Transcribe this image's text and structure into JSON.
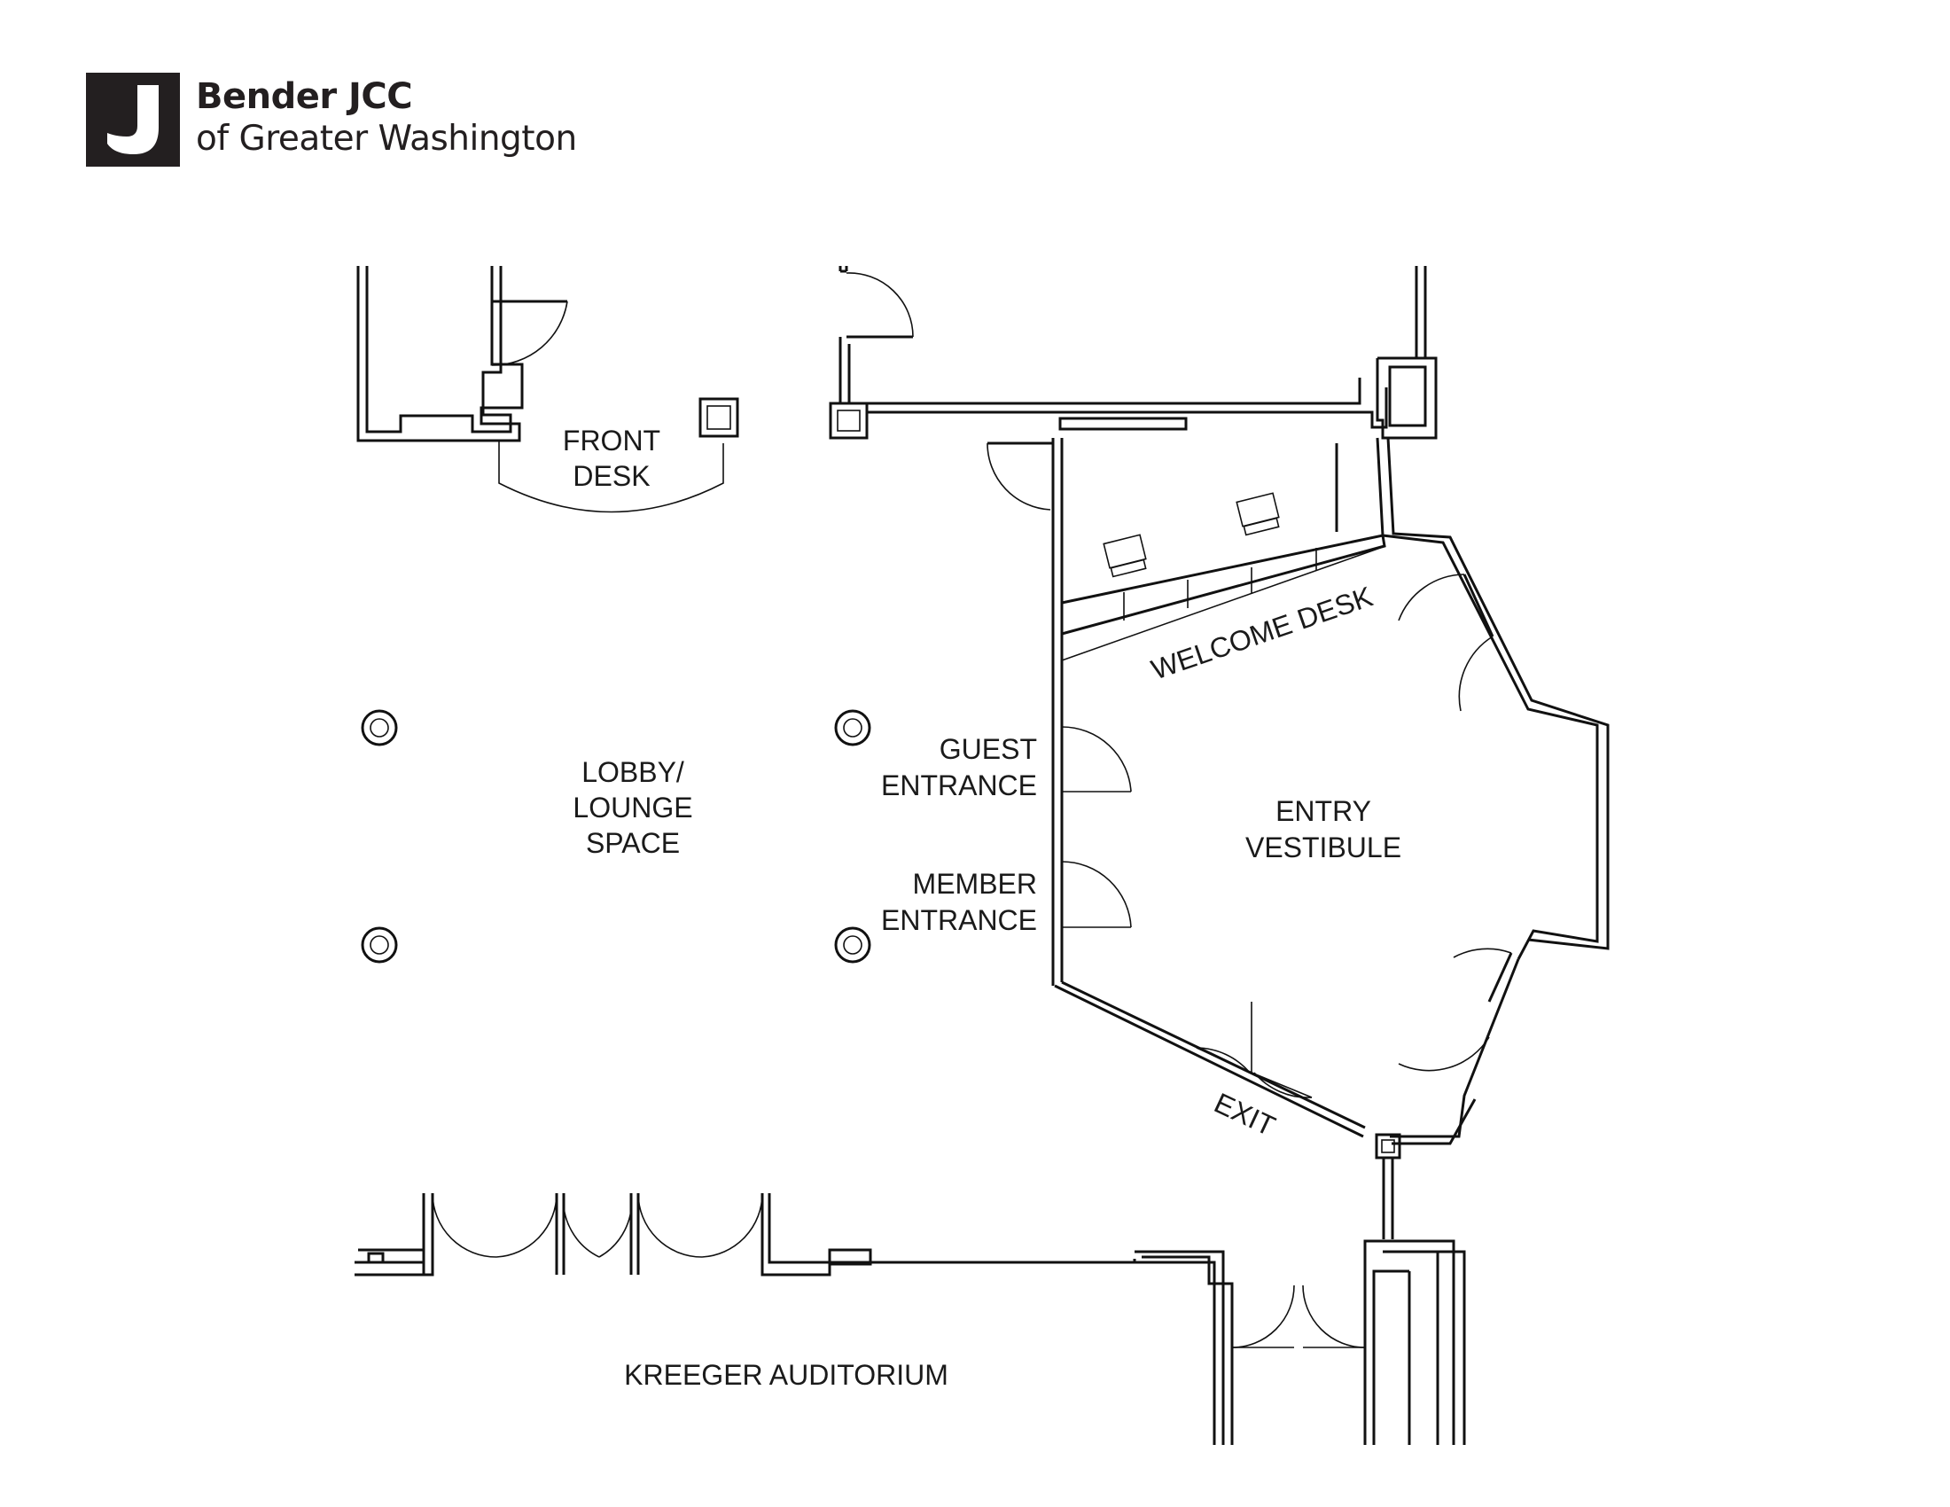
{
  "logo": {
    "name": "Bender JCC",
    "subtitle": "of Greater Washington"
  },
  "rooms": {
    "front_desk": [
      "FRONT",
      "DESK"
    ],
    "lobby": [
      "LOBBY/",
      "LOUNGE",
      "SPACE"
    ],
    "guest_entrance": [
      "GUEST",
      "ENTRANCE"
    ],
    "member_entrance": [
      "MEMBER",
      "ENTRANCE"
    ],
    "entry_vestibule": [
      "ENTRY",
      "VESTIBULE"
    ],
    "welcome_desk": "WELCOME DESK",
    "exit": "EXIT",
    "auditorium": "KREEGER AUDITORIUM"
  },
  "colors": {
    "ink": "#111111",
    "background": "#ffffff"
  }
}
